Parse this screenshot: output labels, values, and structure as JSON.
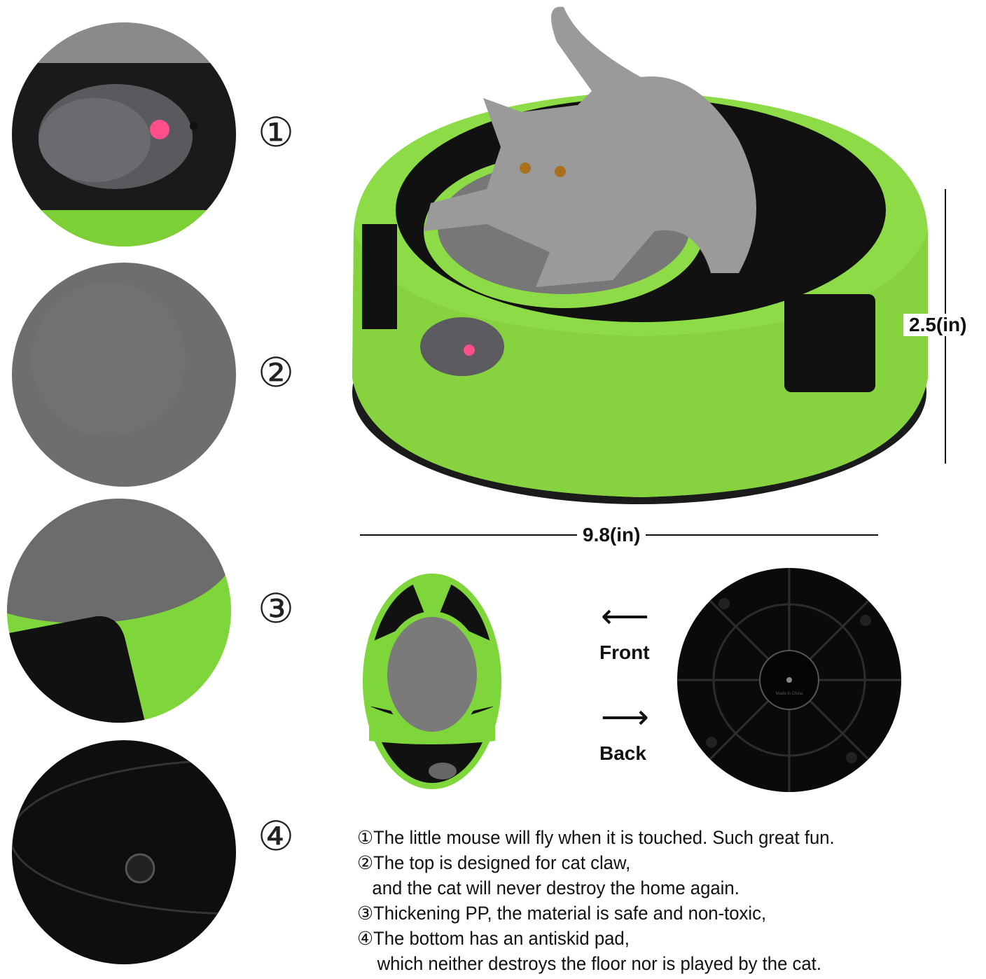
{
  "callouts": {
    "markers": [
      "①",
      "②",
      "③",
      "④"
    ]
  },
  "dimensions": {
    "height": "2.5(in)",
    "width": "9.8(in)"
  },
  "views": {
    "front_label": "Front",
    "back_label": "Back",
    "front_arrow": "⟵",
    "back_arrow": "⟶",
    "back_stamp": "Made in China"
  },
  "features": [
    "①The little mouse will fly when it is touched. Such great fun.",
    "②The top is designed for cat claw,",
    "   and the cat will never destroy the home again.",
    "③Thickening PP, the material is safe and non-toxic,",
    "④The bottom has an antiskid pad,",
    "    which neither destroys the floor nor is played by the cat."
  ],
  "colors": {
    "green": "#7fd63a",
    "felt": "#6f6f6f",
    "black": "#111111"
  }
}
